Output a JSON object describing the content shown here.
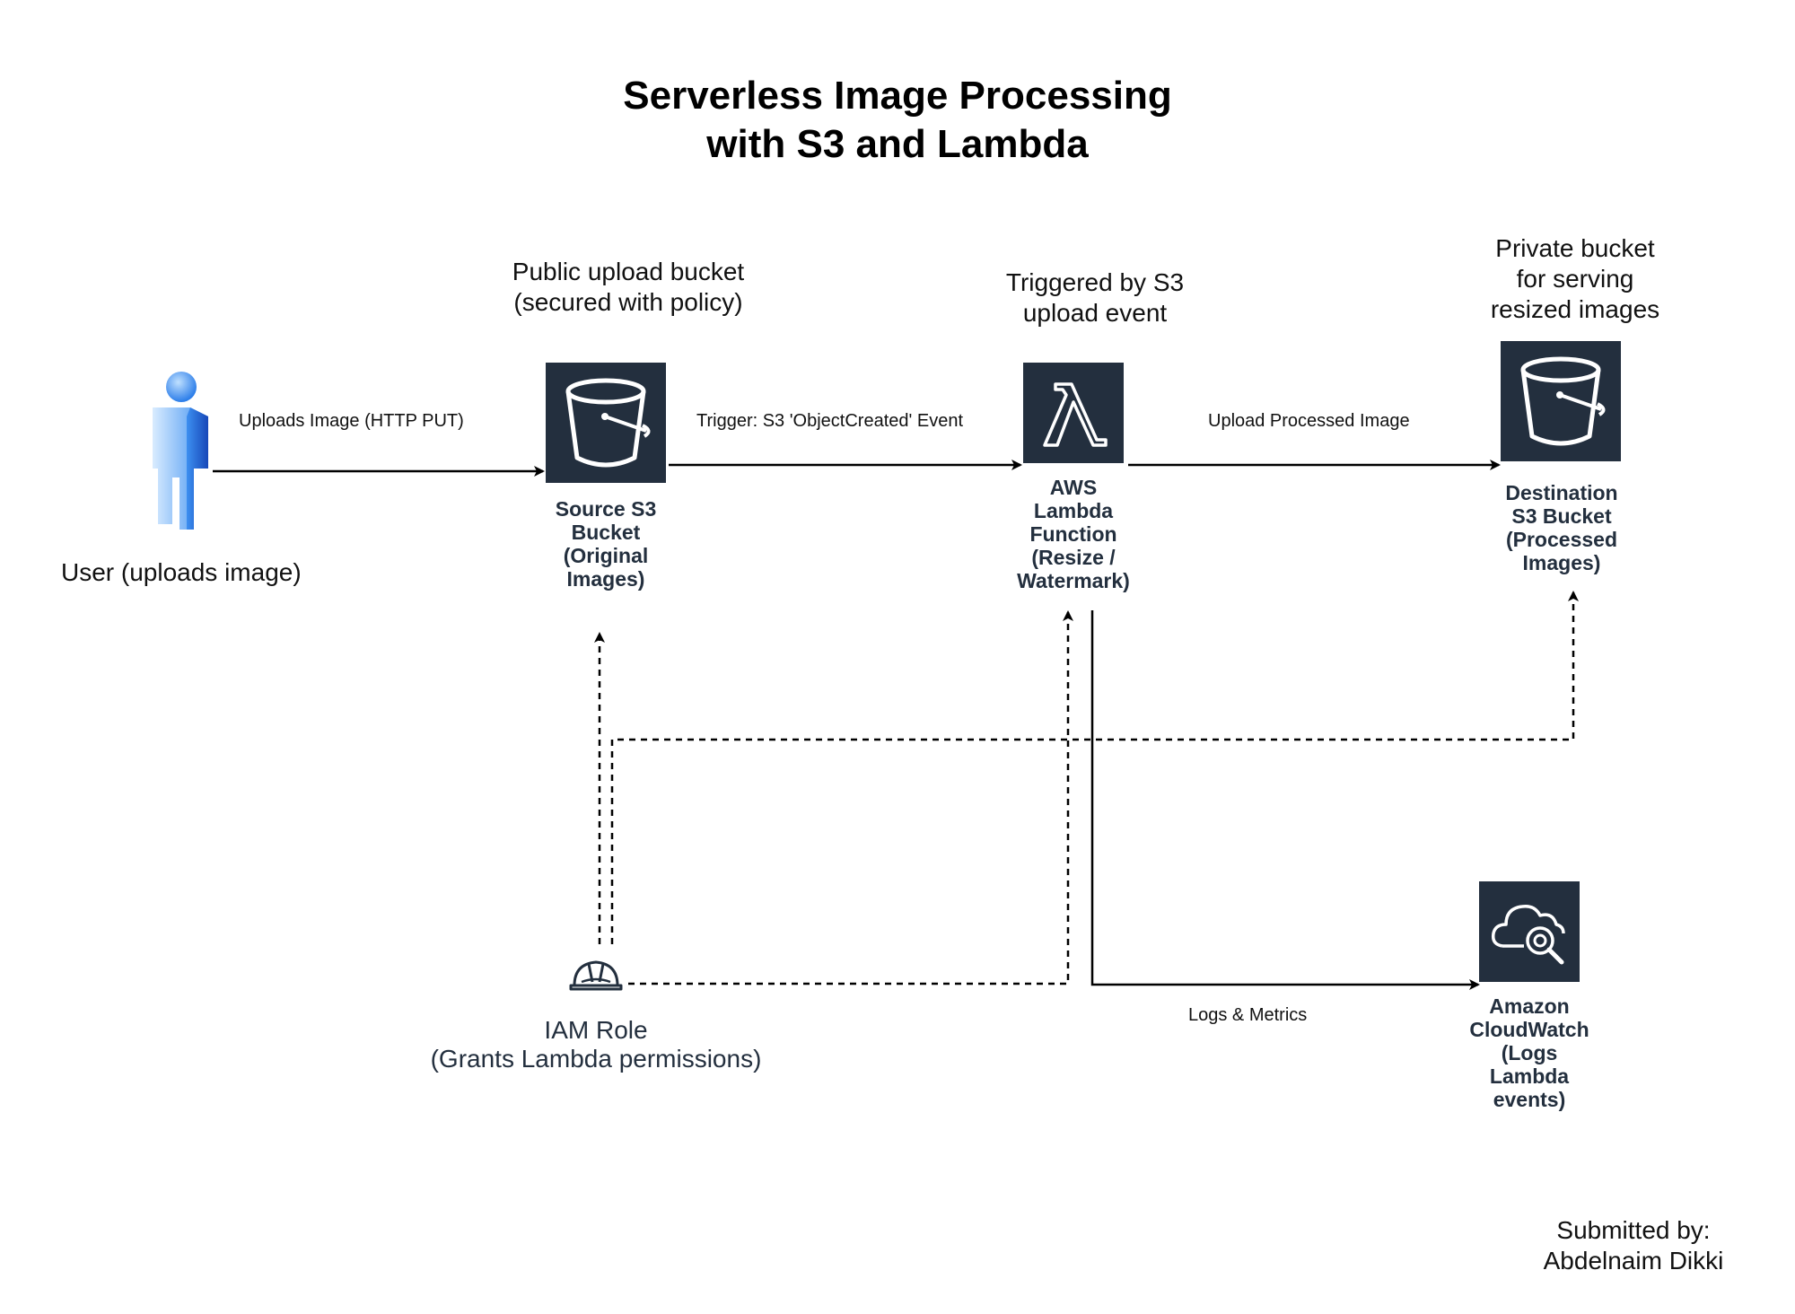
{
  "diagram": {
    "title_line1": "Serverless Image Processing",
    "title_line2": "with S3 and Lambda",
    "nodes": {
      "user": {
        "label": "User (uploads image)",
        "icon": "user-icon"
      },
      "source_bucket": {
        "label_lines": [
          "Source S3",
          "Bucket",
          "(Original",
          "Images)"
        ],
        "note_lines": [
          "Public upload bucket",
          "(secured with policy)"
        ],
        "icon": "s3-bucket-icon"
      },
      "lambda": {
        "label_lines": [
          "AWS",
          "Lambda",
          "Function",
          "(Resize /",
          "Watermark)"
        ],
        "note_lines": [
          "Triggered by S3",
          "upload event"
        ],
        "icon": "lambda-icon"
      },
      "destination_bucket": {
        "label_lines": [
          "Destination",
          "S3 Bucket",
          "(Processed",
          "Images)"
        ],
        "note_lines": [
          "Private bucket",
          "for serving",
          "resized images"
        ],
        "icon": "s3-bucket-icon"
      },
      "cloudwatch": {
        "label_lines": [
          "Amazon",
          "CloudWatch",
          "(Logs",
          "Lambda",
          "events)"
        ],
        "icon": "cloudwatch-icon"
      },
      "iam_role": {
        "label_lines": [
          "IAM Role",
          "(Grants Lambda permissions)"
        ],
        "icon": "iam-role-helmet-icon"
      }
    },
    "edges": {
      "user_to_source": "Uploads Image (HTTP PUT)",
      "source_to_lambda": "Trigger: S3 'ObjectCreated' Event",
      "lambda_to_destination": "Upload Processed Image",
      "lambda_to_cloudwatch": "Logs & Metrics"
    },
    "byline": {
      "line1": "Submitted by:",
      "line2": "Abdelnaim Dikki"
    },
    "colors": {
      "tile": "#232f3e",
      "line": "#000000",
      "user_icon": "#2b7de9"
    }
  }
}
